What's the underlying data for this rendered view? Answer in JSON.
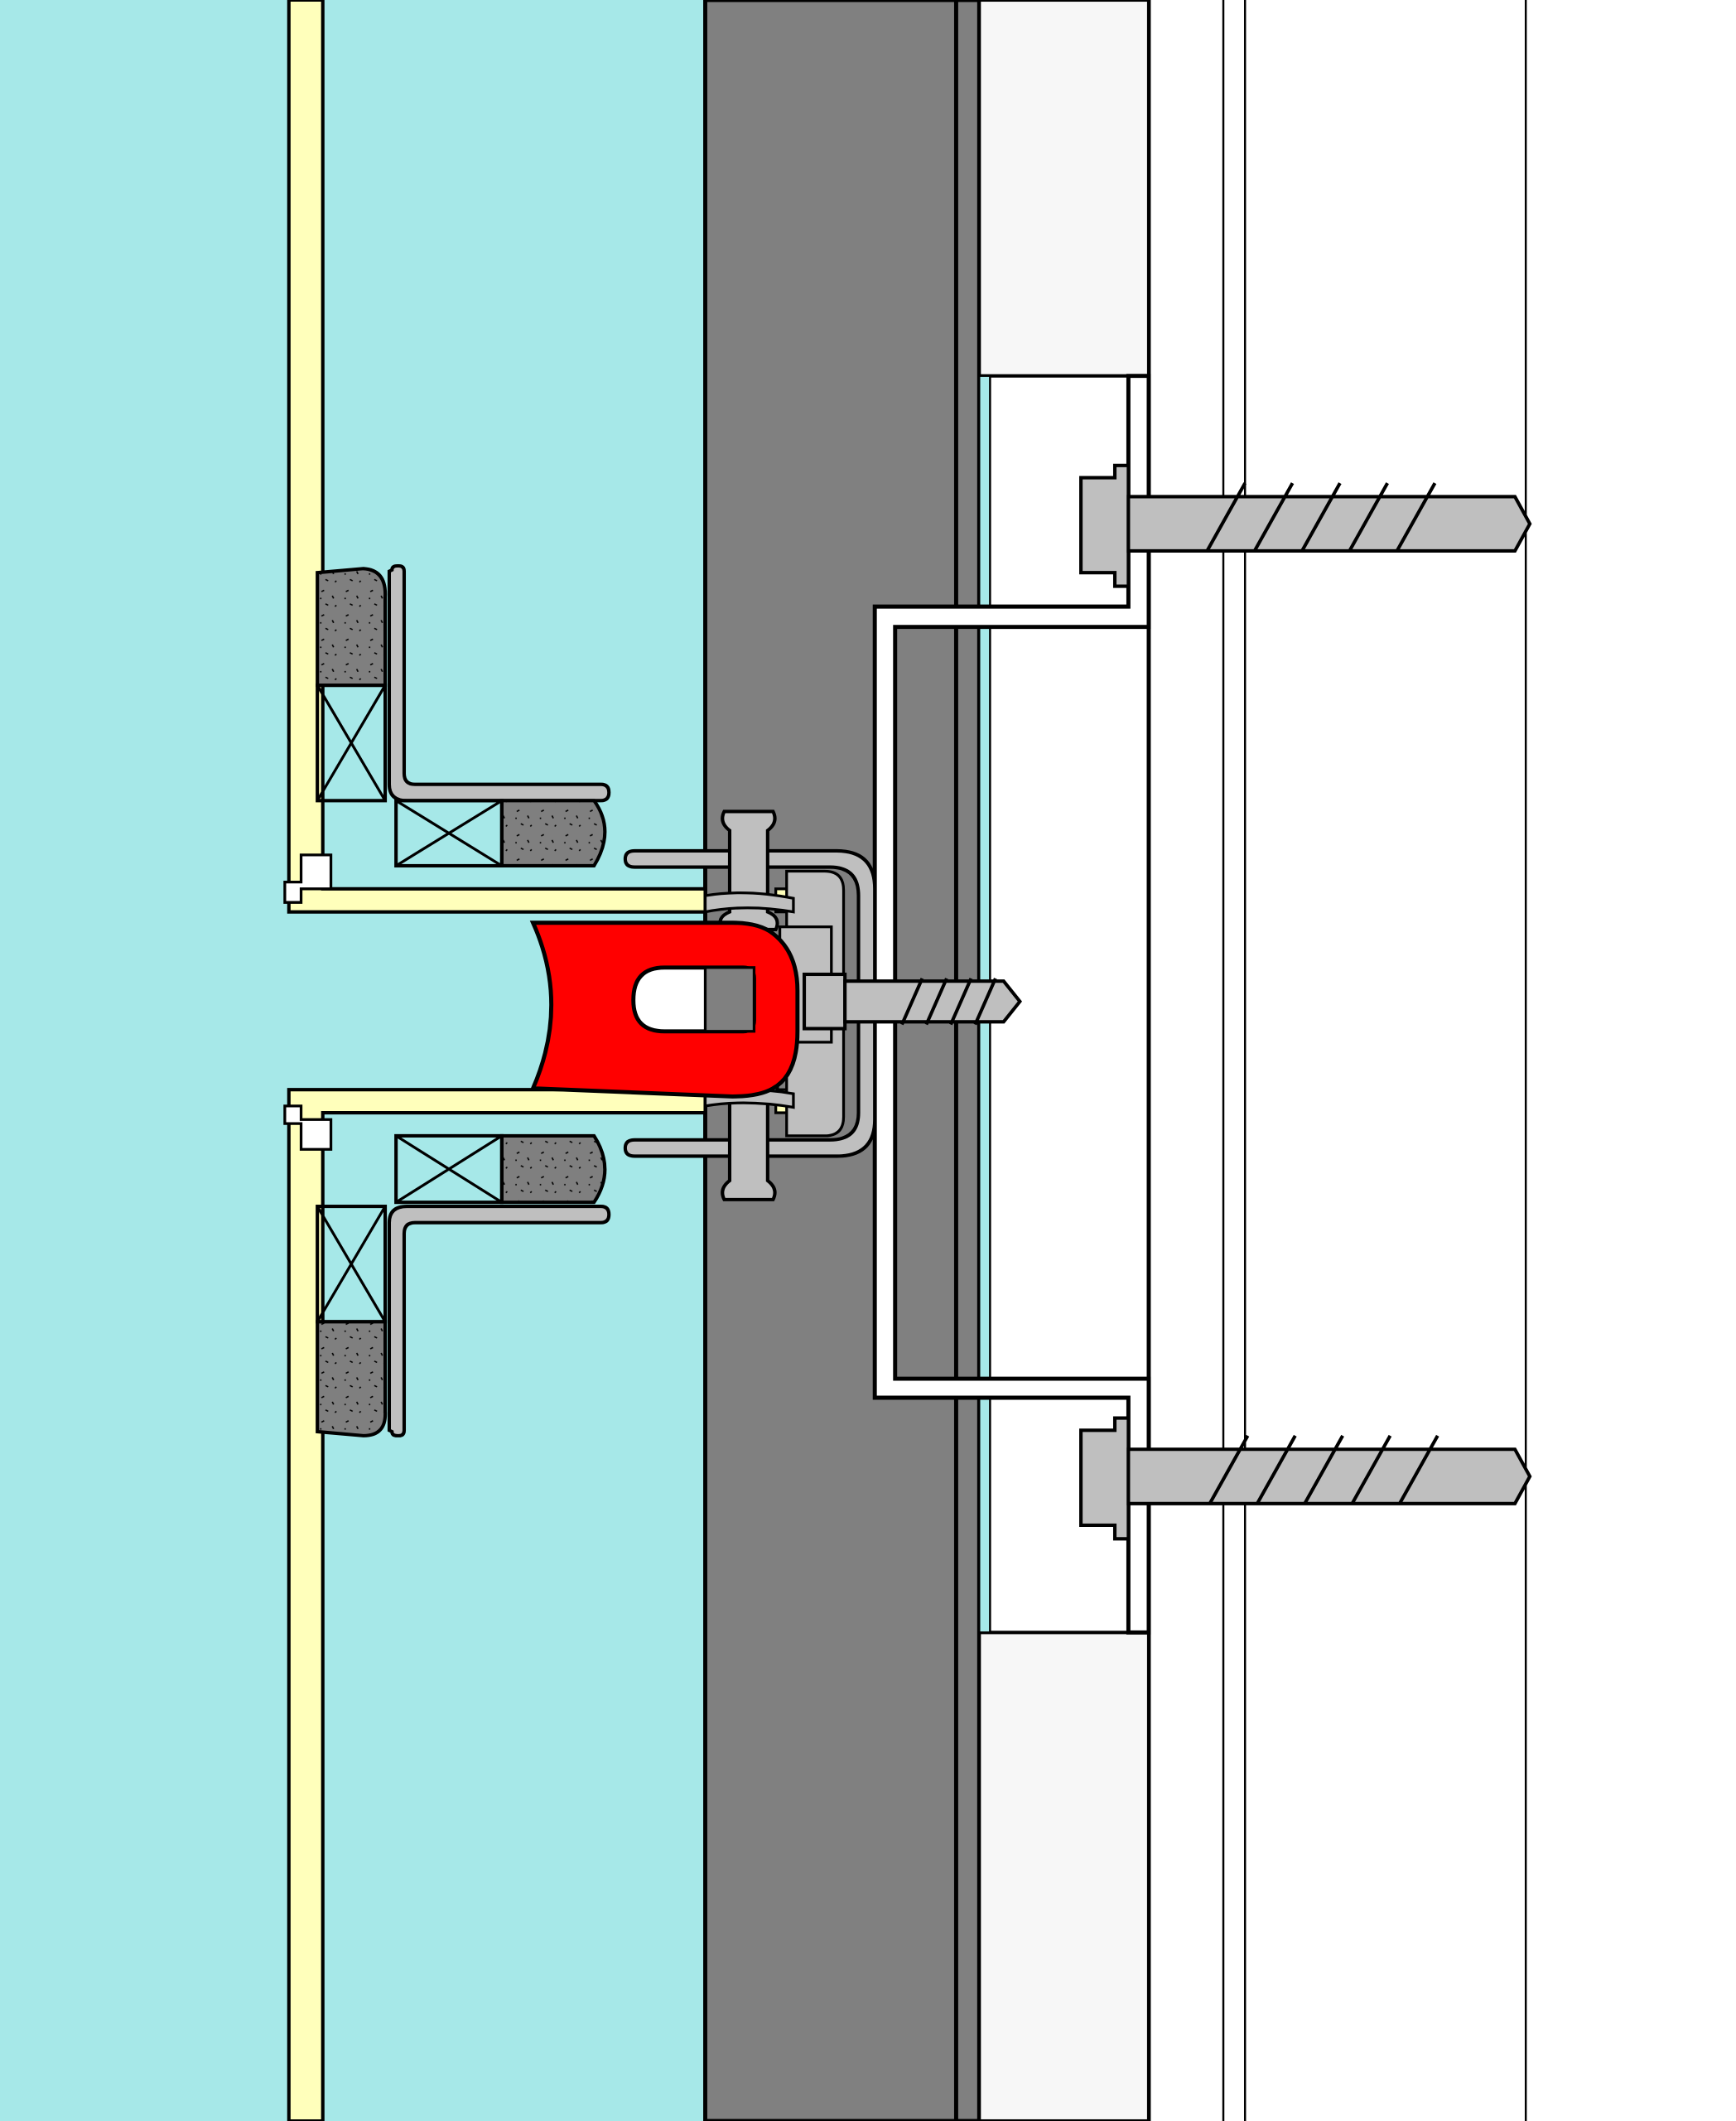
{
  "diagram": {
    "kind": "construction section detail",
    "text_labels": []
  },
  "colors": {
    "interior_space": "#a6e8e8",
    "insulation_board": "#808080",
    "cladding_panel": "#ffffbb",
    "gasket_sealant": "#7f7f7f",
    "metal_profile": "#bfbfbf",
    "bracket_anchor": "#ff0000",
    "substrate": "#ffffff",
    "cover_panel": "#f7f7f7",
    "outline": "#000000"
  },
  "components": [
    "interior-space",
    "cladding-panel-upper",
    "cladding-panel-lower",
    "insulation-board",
    "support-rail",
    "anchor-bracket",
    "fixing-screw-upper",
    "fixing-screw-lower",
    "self-drilling-screw",
    "sealant-gasket",
    "backer-rod",
    "angle-profile"
  ]
}
